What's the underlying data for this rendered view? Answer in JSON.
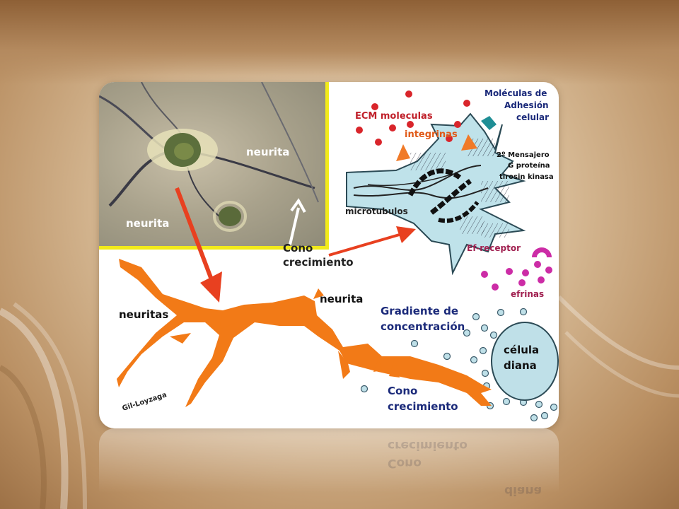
{
  "labels": {
    "neurita_photo_right": "neurita",
    "neurita_photo_left": "neurita",
    "cono_line1": "Cono",
    "cono_line2": "crecimiento",
    "ecm": "ECM moleculas",
    "integrinas": "integrinas",
    "adhesion_line1": "Moléculas de",
    "adhesion_line2": "Adhesión",
    "adhesion_line3": "celular",
    "mensajero": "2º Mensajero",
    "g_proteina": "G proteína",
    "tirosin": "tirosin kinasa",
    "microtubulos": "microtubulos",
    "ef_receptor": "Ef-receptor",
    "efrinas": "efrinas",
    "neuritas": "neuritas",
    "neurita_drawing": "neurita",
    "gradiente_line1": "Gradiente de",
    "gradiente_line2": "concentración",
    "celula_line1": "célula",
    "celula_line2": "diana",
    "cono2_line1": "Cono",
    "cono2_line2": "crecimiento",
    "author": "Gil-Loyzaga"
  },
  "reflection": {
    "line1": "crecimiento",
    "line2": "Cono",
    "word": "diana"
  },
  "colors": {
    "neuron_orange": "#f27a17",
    "arrow_red": "#e84020",
    "ecm_red": "#d9252b",
    "integrin_orange": "#f07a28",
    "adhesion_teal": "#1f8e95",
    "efrin_magenta": "#cc2ca6",
    "growth_cone_fill": "#bfe2ea",
    "gradient_dot": "#bfe0e8",
    "photo_border": "#f2ea1a",
    "dark_blue_text": "#1b2a7a",
    "maroon_text": "#a02050"
  }
}
